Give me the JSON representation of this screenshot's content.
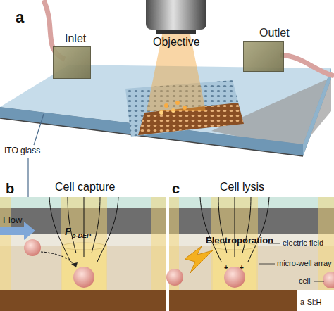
{
  "diagram": {
    "nodes": [
      {
        "text": [
          "a"
        ]
      },
      {
        "text": [
          "Inlet"
        ],
        "in": 0
      },
      {
        "text": [
          "Objective"
        ],
        "in": 0
      },
      {
        "text": [
          "Outlet"
        ],
        "in": 0
      },
      {
        "text": [
          "Cell capture",
          "b"
        ]
      },
      {
        "text": [
          "Cell lysis",
          "c"
        ]
      }
    ],
    "labels": [
      "ITO glass",
      "Flow",
      "F",
      "p-DEP",
      "Electroporation",
      "+",
      "+",
      "electric field",
      "micro-well array",
      "cell",
      "a-Si:H"
    ]
  }
}
